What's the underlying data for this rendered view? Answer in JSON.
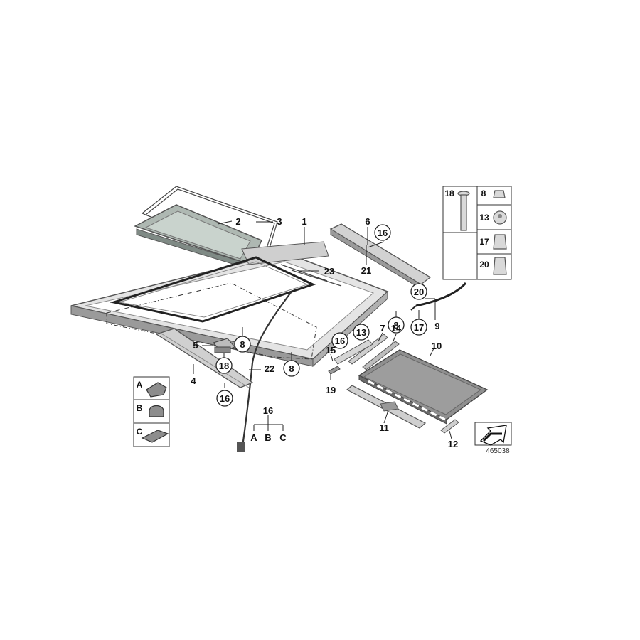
{
  "diagram": {
    "document_number": "465038",
    "callouts": [
      {
        "id": "c1",
        "text": "1"
      },
      {
        "id": "c2",
        "text": "2"
      },
      {
        "id": "c3",
        "text": "3"
      },
      {
        "id": "c4",
        "text": "4"
      },
      {
        "id": "c5",
        "text": "5"
      },
      {
        "id": "c6",
        "text": "6"
      },
      {
        "id": "c7",
        "text": "7"
      },
      {
        "id": "c8a",
        "text": "8"
      },
      {
        "id": "c8b",
        "text": "8"
      },
      {
        "id": "c8c",
        "text": "8"
      },
      {
        "id": "c9",
        "text": "9"
      },
      {
        "id": "c10",
        "text": "10"
      },
      {
        "id": "c11",
        "text": "11"
      },
      {
        "id": "c12",
        "text": "12"
      },
      {
        "id": "c13",
        "text": "13"
      },
      {
        "id": "c14",
        "text": "14"
      },
      {
        "id": "c15",
        "text": "15"
      },
      {
        "id": "c16a",
        "text": "16"
      },
      {
        "id": "c16b",
        "text": "16"
      },
      {
        "id": "c16c",
        "text": "16"
      },
      {
        "id": "c16d",
        "text": "16"
      },
      {
        "id": "c17",
        "text": "17"
      },
      {
        "id": "c18",
        "text": "18"
      },
      {
        "id": "c19",
        "text": "19"
      },
      {
        "id": "c20",
        "text": "20"
      },
      {
        "id": "c21",
        "text": "21"
      },
      {
        "id": "c22",
        "text": "22"
      },
      {
        "id": "c23",
        "text": "23"
      }
    ],
    "variant_group": {
      "number": "16",
      "variants": [
        "A",
        "B",
        "C"
      ]
    },
    "variant_inset": [
      "A",
      "B",
      "C"
    ],
    "fastener_inset": [
      "18",
      "8",
      "13",
      "17",
      "20"
    ]
  }
}
